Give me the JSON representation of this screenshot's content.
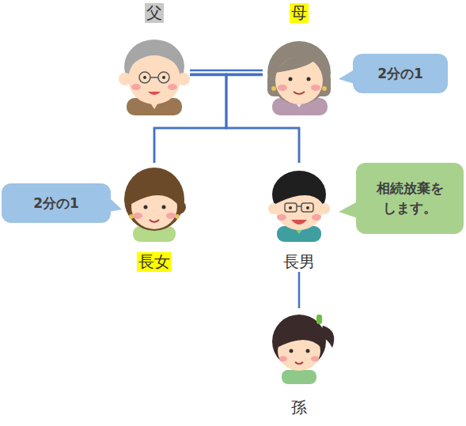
{
  "diagram": {
    "nodes": [
      {
        "text": [
          "父"
        ]
      },
      {
        "text": [
          "母"
        ]
      },
      {
        "text": [
          "2分の1"
        ]
      },
      {
        "text": [
          "長女"
        ]
      },
      {
        "text": [
          "2分の1"
        ]
      },
      {
        "text": [
          "長男"
        ]
      },
      {
        "text": [
          "相続放棄をします。"
        ]
      },
      {
        "text": [
          "孫"
        ]
      }
    ],
    "edges": [
      {
        "from": 0,
        "to": 1,
        "arrow": "none"
      },
      {
        "from": 0,
        "to": 3,
        "arrow": "none"
      },
      {
        "from": 1,
        "to": 3,
        "arrow": "none"
      },
      {
        "from": 0,
        "to": 5,
        "arrow": "none"
      },
      {
        "from": 1,
        "to": 5,
        "arrow": "none"
      },
      {
        "from": 5,
        "to": 7,
        "arrow": "none"
      }
    ]
  }
}
